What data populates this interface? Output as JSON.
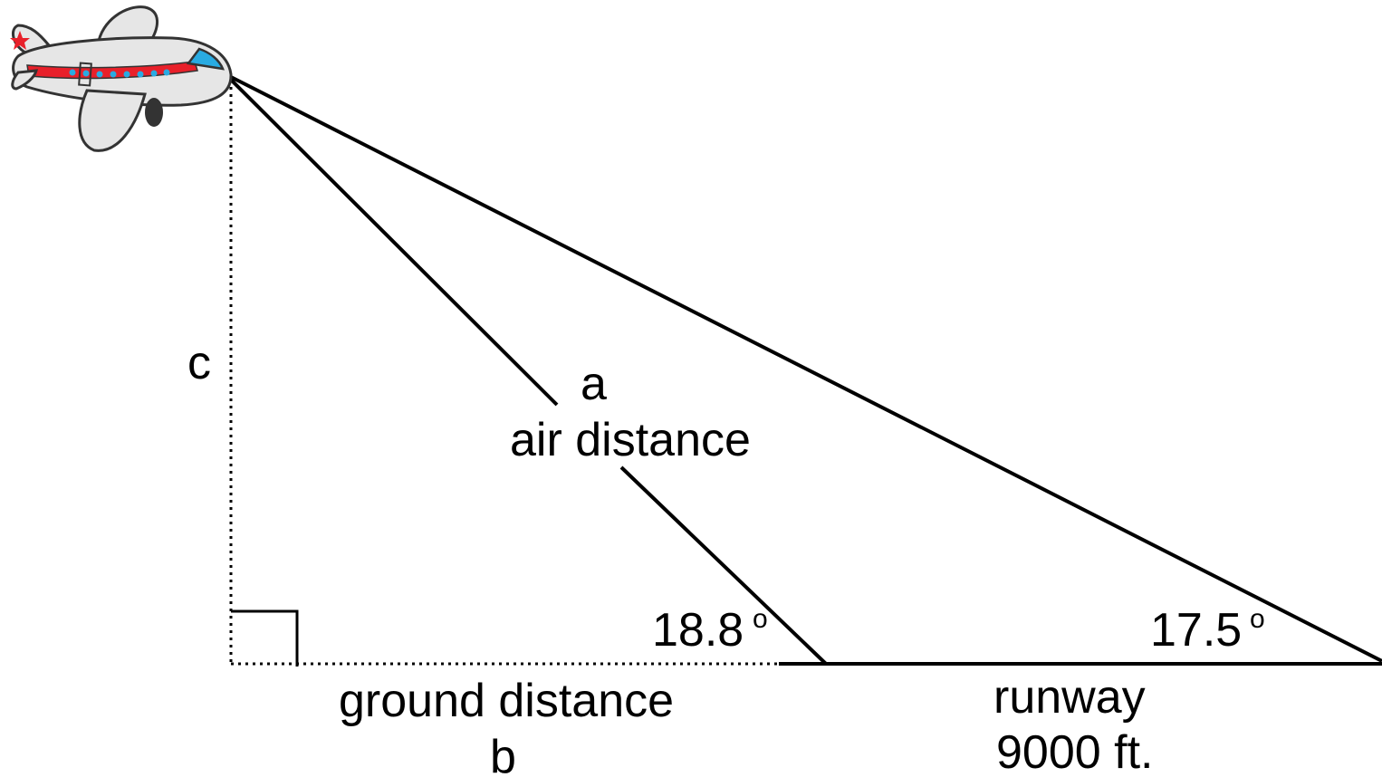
{
  "diagram": {
    "labels": {
      "c": "c",
      "a": "a",
      "air_distance": "air distance",
      "angle_near": "18.8",
      "angle_far": "17.5",
      "degree_symbol": "o",
      "ground_distance": "ground distance",
      "b": "b",
      "runway": "runway",
      "runway_length": "9000 ft."
    },
    "airplane": {
      "icon": "airplane-icon",
      "star_color": "#e8202a",
      "stripe_color": "#e8202a",
      "window_color": "#29abe2",
      "body_color": "#e6e6e6"
    }
  }
}
